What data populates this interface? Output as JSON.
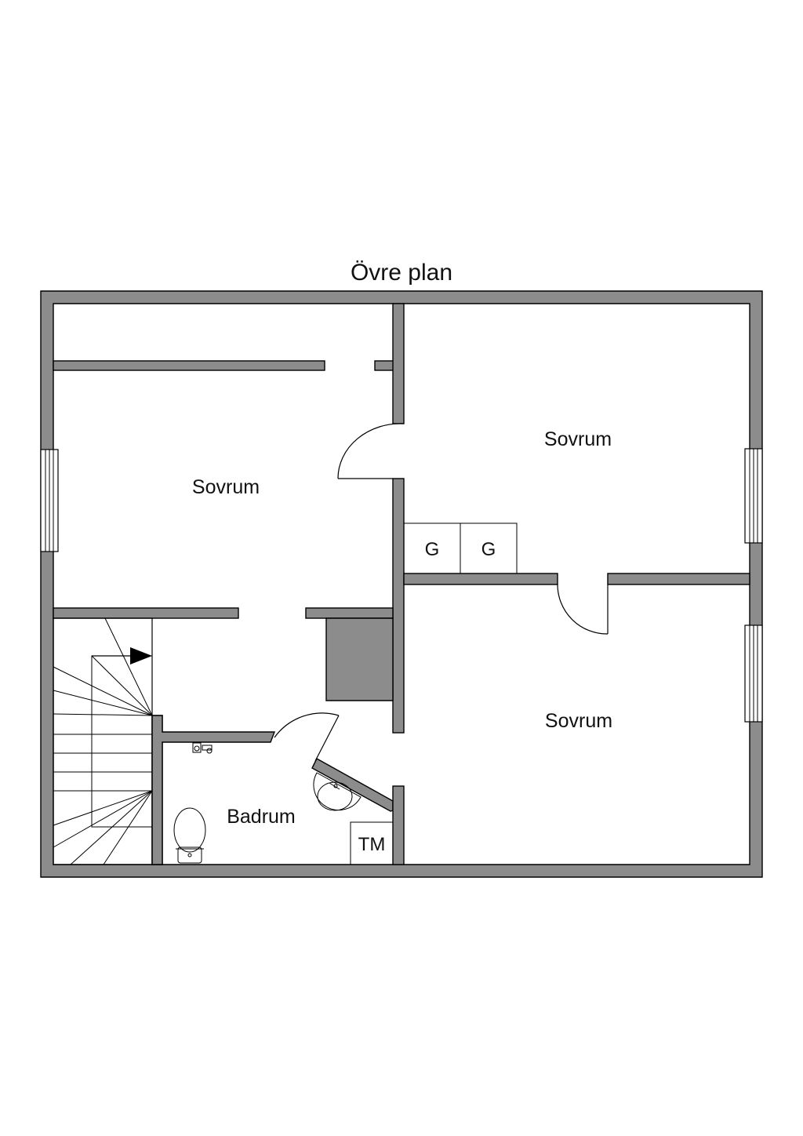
{
  "title": "Övre plan",
  "rooms": {
    "bedroom_left": "Sovrum",
    "bedroom_top_right": "Sovrum",
    "bedroom_bottom_right": "Sovrum",
    "bathroom": "Badrum"
  },
  "fixtures": {
    "wardrobe_1": "G",
    "wardrobe_2": "G",
    "washing_machine": "TM"
  },
  "colors": {
    "wall_fill": "#8c8c8c",
    "line": "#000000",
    "background": "#ffffff"
  },
  "icons": [
    "toilet-icon",
    "sink-icon",
    "faucet-icon",
    "stair-arrow-icon"
  ]
}
